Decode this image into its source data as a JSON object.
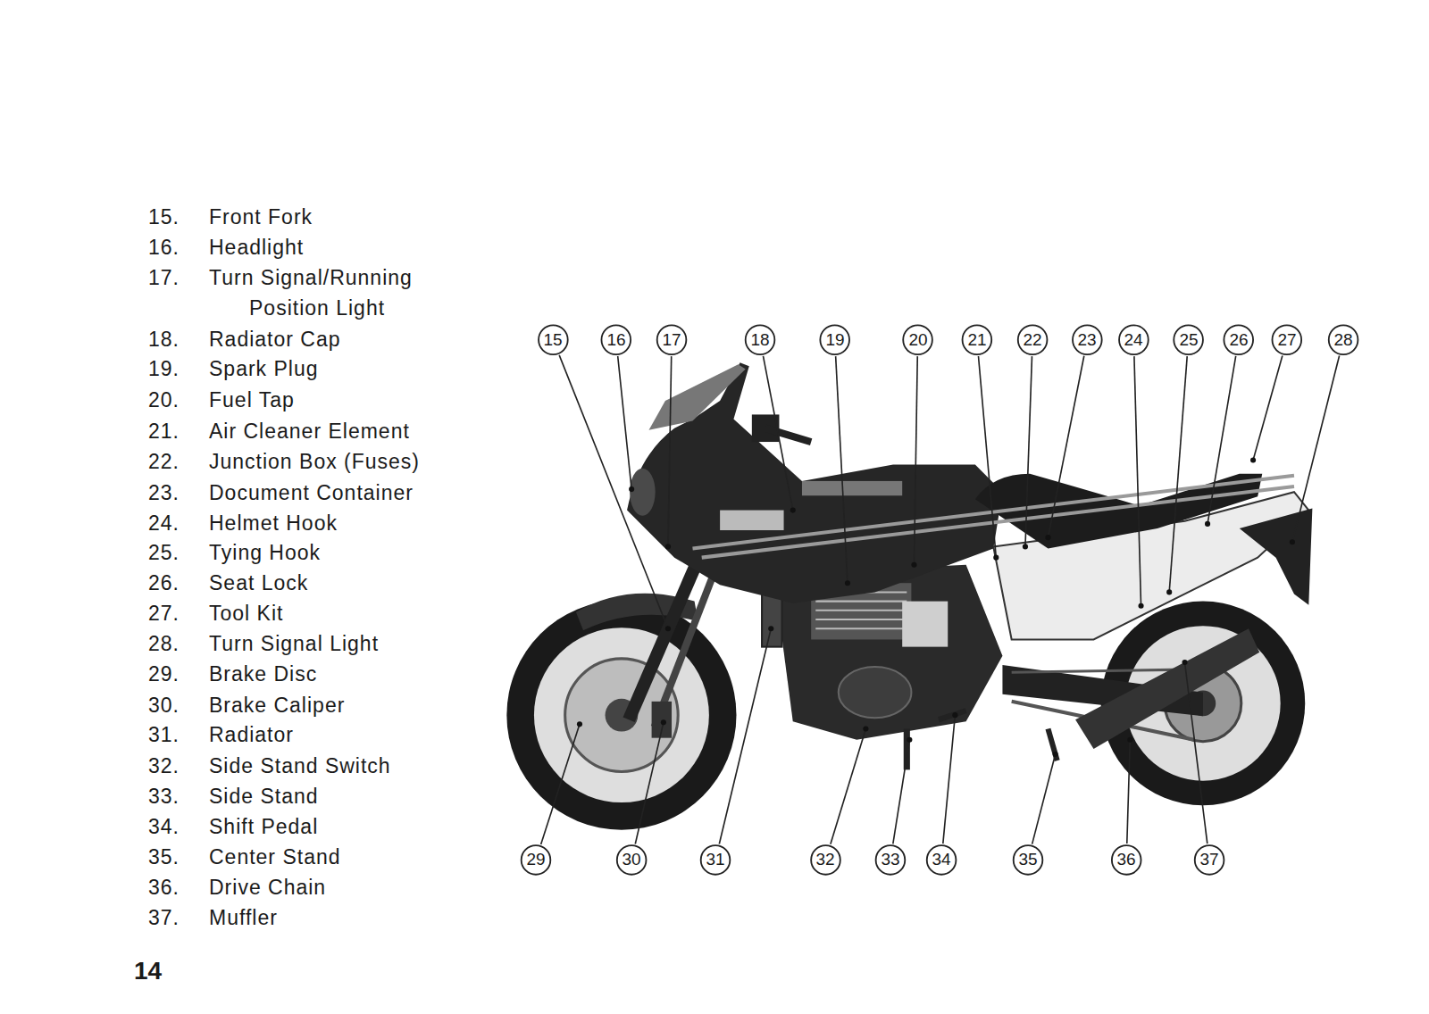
{
  "diagram": {
    "labels": [
      "15.",
      "Front Fork",
      "16.",
      "Headlight",
      "17.",
      "Turn Signal/Running Position Light",
      "18.",
      "Radiator Cap",
      "19.",
      "Spark Plug",
      "20.",
      "Fuel Tap",
      "21.",
      "Air Cleaner Element",
      "22.",
      "Junction Box (Fuses)",
      "23.",
      "Document Container",
      "24.",
      "Helmet Hook",
      "25.",
      "Tying Hook",
      "26.",
      "Seat Lock",
      "27.",
      "Tool Kit",
      "28.",
      "Turn Signal Light",
      "29.",
      "Brake Disc",
      "30.",
      "Brake Caliper",
      "31.",
      "Radiator",
      "32.",
      "Side Stand Switch",
      "33.",
      "Side Stand",
      "34.",
      "Shift Pedal",
      "35.",
      "Center Stand",
      "36.",
      "Drive Chain",
      "37.",
      "Muffler",
      "15",
      "16",
      "17",
      "18",
      "19",
      "20",
      "21",
      "22",
      "23",
      "24",
      "25",
      "26",
      "27",
      "28",
      "29",
      "30",
      "31",
      "32",
      "33",
      "34",
      "35",
      "36",
      "37",
      "14"
    ]
  }
}
